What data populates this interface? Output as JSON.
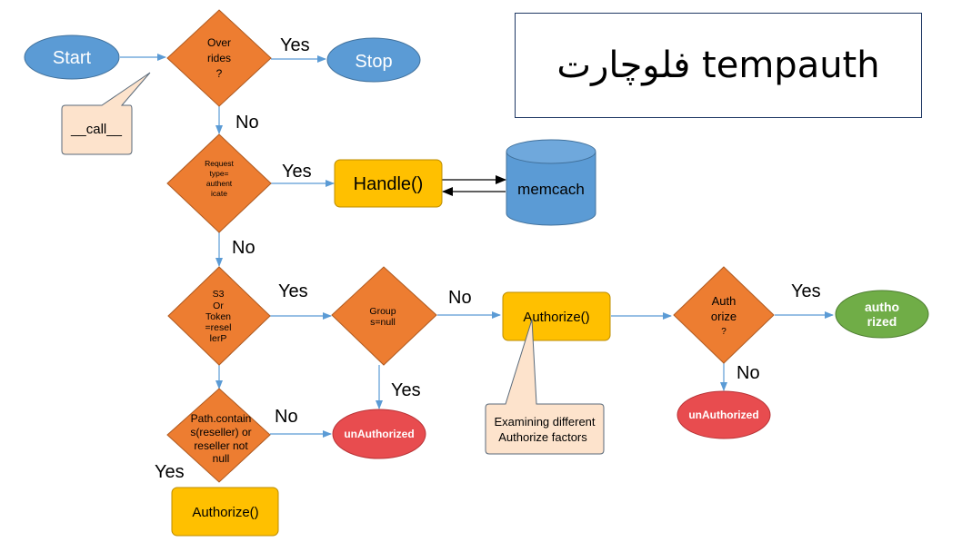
{
  "title": "فلوچارت tempauth",
  "colors": {
    "blue": "#5b9bd5",
    "orange": "#ed7d31",
    "gold": "#ffc000",
    "red": "#e84c4f",
    "green": "#70ad47",
    "peach": "#fde3cc",
    "arrow": "#5b9bd5"
  },
  "nodes": {
    "start": "Start",
    "stop": "Stop",
    "overrides": [
      "Over",
      "rides",
      "?"
    ],
    "call_note": "__call__",
    "request_type": [
      "Request",
      "type=",
      "authent",
      "icate"
    ],
    "handle": "Handle()",
    "memcach": "memcach",
    "s3_token": [
      "S3",
      "Or",
      "Token",
      "=resel",
      "lerP"
    ],
    "groups_null": [
      "Group",
      "s=null"
    ],
    "authorize_main": "Authorize()",
    "authorize_check": [
      "Auth",
      "orize",
      "?"
    ],
    "authorized": [
      "autho",
      "rized"
    ],
    "path_contains": [
      "Path.contain",
      "s(reseller) or",
      "reseller not",
      "null"
    ],
    "authorize_bottom": "Authorize()",
    "unauthorized_mid": "unAuthorized",
    "unauthorized_right": "unAuthorized",
    "examining_note": [
      "Examining different",
      "Authorize factors"
    ]
  },
  "edge_labels": {
    "overrides_yes": "Yes",
    "overrides_no": "No",
    "request_yes": "Yes",
    "request_no": "No",
    "s3_yes": "Yes",
    "groups_no": "No",
    "groups_yes": "Yes",
    "authcheck_yes": "Yes",
    "authcheck_no": "No",
    "path_no": "No",
    "path_yes": "Yes"
  }
}
